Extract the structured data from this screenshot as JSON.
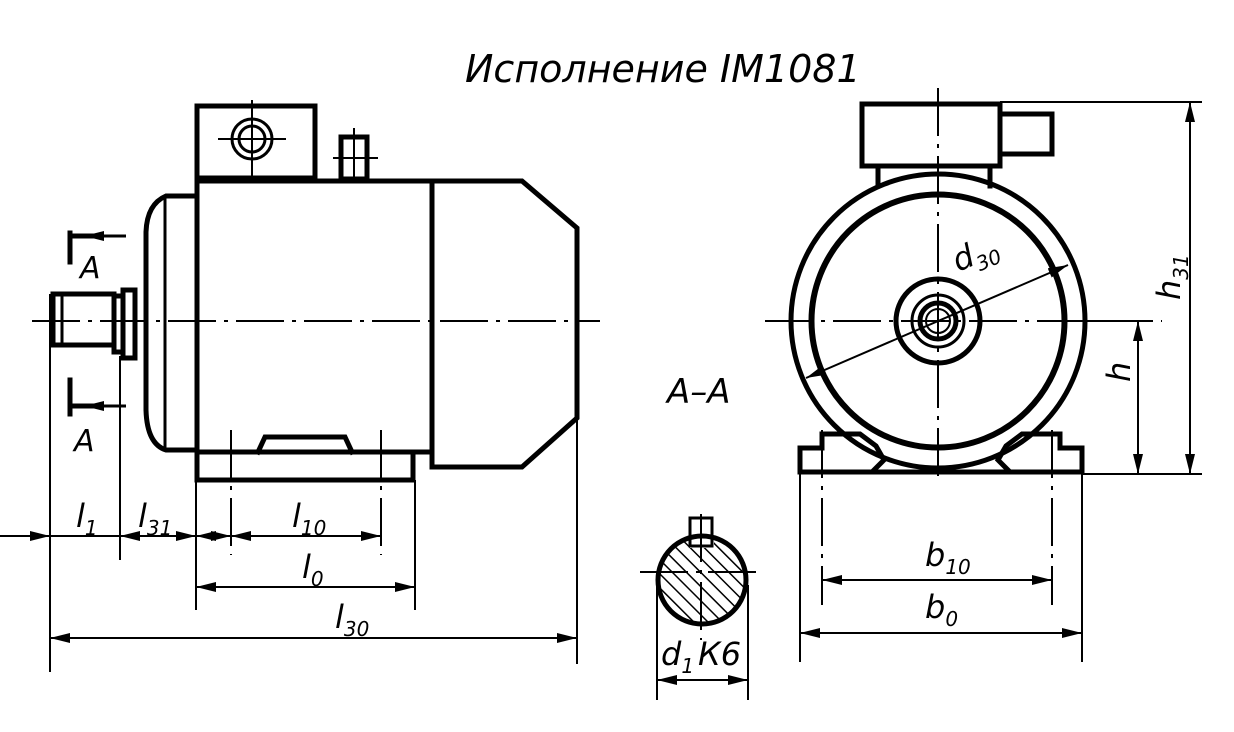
{
  "title": "Исполнение IM1081",
  "section_marks": {
    "top": "A",
    "bottom": "A",
    "section_label": "A–A"
  },
  "dimensions": {
    "l1": {
      "base": "l",
      "sub": "1"
    },
    "l31": {
      "base": "l",
      "sub": "31"
    },
    "l10": {
      "base": "l",
      "sub": "10"
    },
    "l0": {
      "base": "l",
      "sub": "0"
    },
    "l30": {
      "base": "l",
      "sub": "30"
    },
    "d30": {
      "base": "d",
      "sub": "30"
    },
    "h31": {
      "base": "h",
      "sub": "31"
    },
    "h": {
      "base": "h"
    },
    "b10": {
      "base": "b",
      "sub": "10"
    },
    "b0": {
      "base": "b",
      "sub": "0"
    },
    "d1k6": {
      "base": "d",
      "sub": "1",
      "suffix": "К6"
    }
  }
}
